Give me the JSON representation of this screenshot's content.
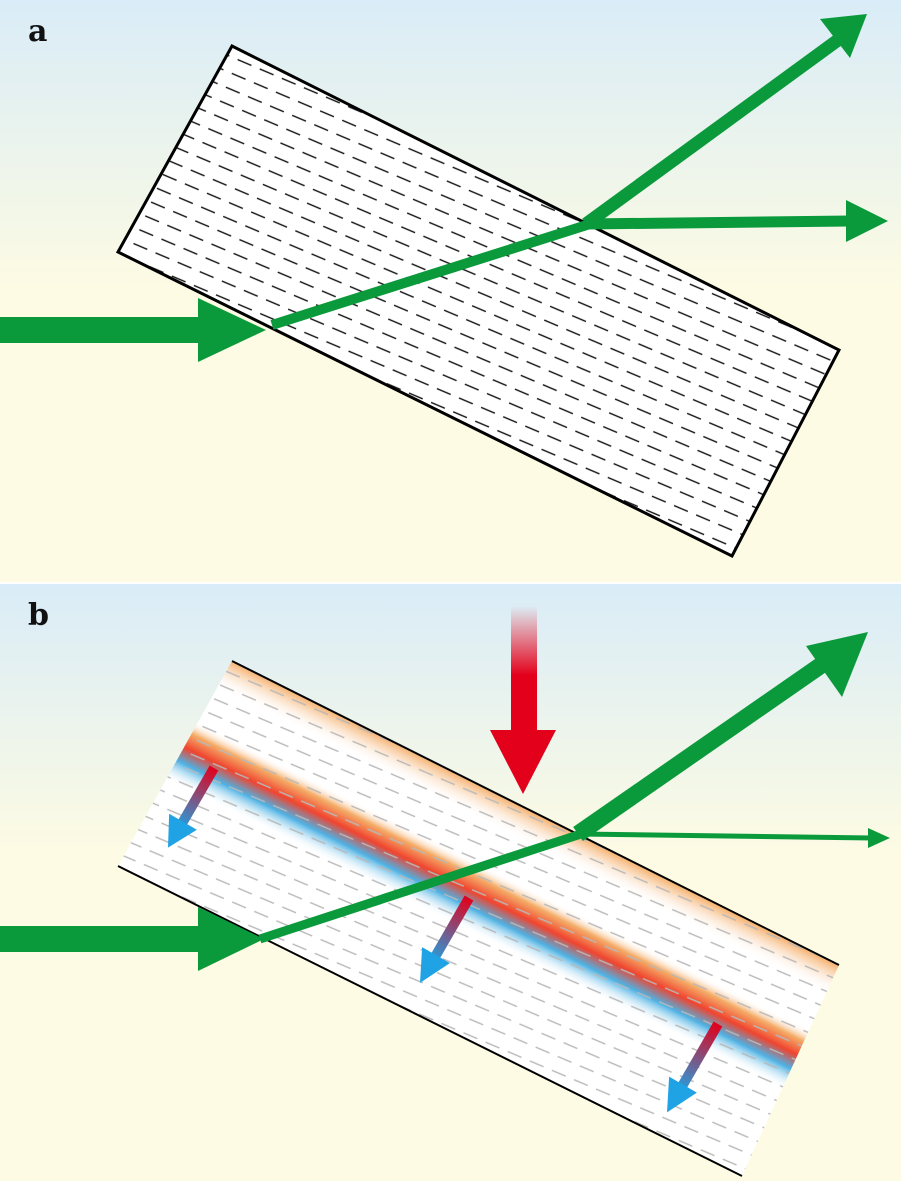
{
  "panels": [
    {
      "id": "a",
      "label": "a"
    },
    {
      "id": "b",
      "label": "b"
    }
  ],
  "colors": {
    "sky_top": "#d9ecf7",
    "sky_bottom": "#fdfbe3",
    "beam": "#0a9a3c",
    "pump_beam": "#e3001b",
    "grating_bright": "#ef3b24",
    "grating_orange": "#f3a458",
    "grating_cool": "#3ba9e0",
    "dipole_arrow_start": "#e3001b",
    "dipole_arrow_end": "#1fa3e4",
    "hatch_a": "#111111",
    "hatch_b": "#b8b8b8"
  }
}
